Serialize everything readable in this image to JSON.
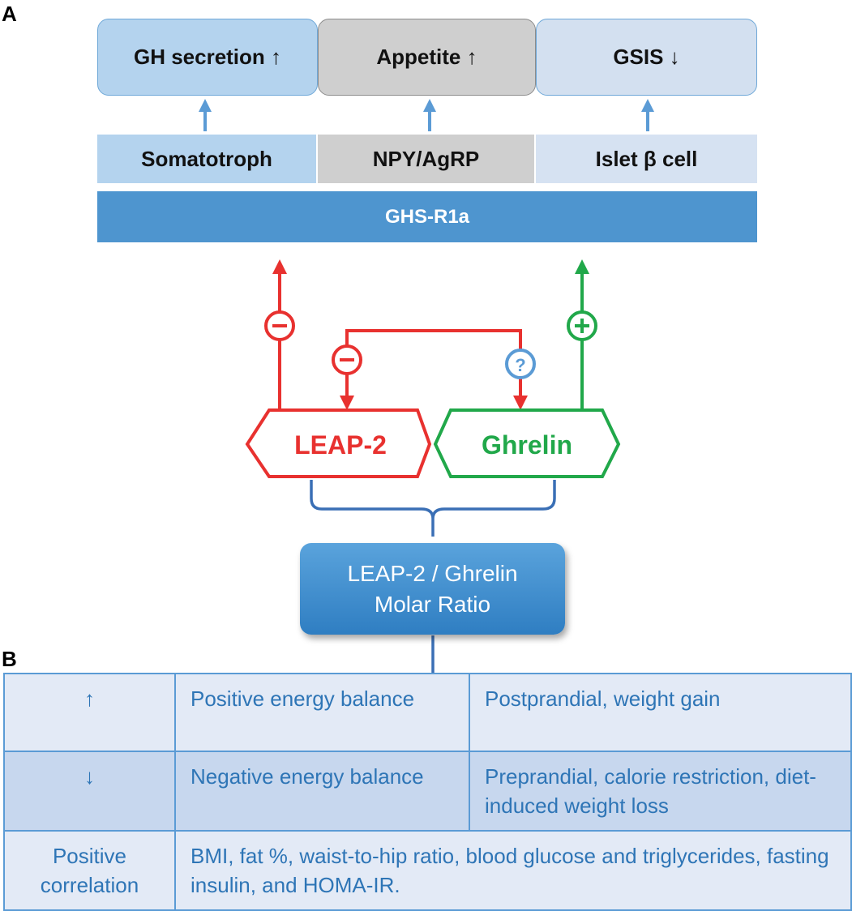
{
  "panel_labels": {
    "a": "A",
    "b": "B"
  },
  "effects": [
    {
      "label": "GH secretion ↑",
      "color": "#b4d3ee"
    },
    {
      "label": "Appetite ↑",
      "color": "#cfcfcf"
    },
    {
      "label": "GSIS ↓",
      "color": "#d3e0f0"
    }
  ],
  "cells": [
    {
      "label": "Somatotroph",
      "color": "#b4d3ee"
    },
    {
      "label": "NPY/AgRP",
      "color": "#cfcfcf"
    },
    {
      "label": "Islet β cell",
      "color": "#d6e2f2"
    }
  ],
  "receptor": {
    "label": "GHS-R1a",
    "color": "#4e95cf"
  },
  "hormones": {
    "leap2": {
      "label": "LEAP-2",
      "color": "#e8312f"
    },
    "ghrelin": {
      "label": "Ghrelin",
      "color": "#21a84a"
    }
  },
  "signs": {
    "inhibit": "−",
    "activate": "+",
    "unknown": "?"
  },
  "ratio_box": {
    "line1": "LEAP-2 / Ghrelin",
    "line2": "Molar Ratio"
  },
  "table": {
    "rows": [
      {
        "symbol": "↑",
        "state": "Positive energy balance",
        "conditions": "Postprandial, weight gain"
      },
      {
        "symbol": "↓",
        "state": "Negative energy balance",
        "conditions": "Preprandial, calorie restriction, diet-induced weight loss"
      },
      {
        "symbol": "Positive correlation",
        "state": "BMI, fat %, waist-to-hip ratio, blood glucose and triglycerides, fasting insulin, and HOMA-IR."
      }
    ]
  }
}
